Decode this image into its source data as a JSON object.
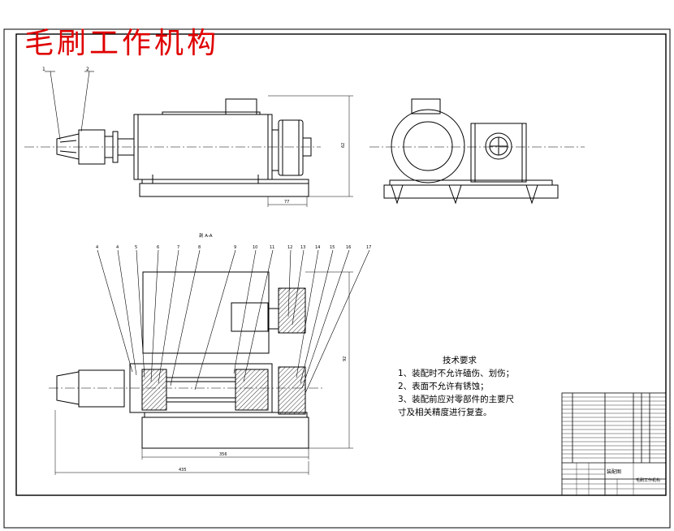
{
  "drawing": {
    "title": "毛刷工作机构",
    "section_label": "剖 A-A",
    "technical_requirements": {
      "heading": "技术要求",
      "items": [
        "1、装配时不允许磕伤、划伤；",
        "2、表面不允许有锈蚀；",
        "3、装配前应对零部件的主要尺",
        "寸及相关精度进行复查。"
      ]
    },
    "callouts_top": [
      "1",
      "2"
    ],
    "callouts_section": [
      "4",
      "4",
      "5",
      "6",
      "7",
      "8",
      "9",
      "10",
      "11",
      "12",
      "13",
      "14",
      "15",
      "16",
      "17"
    ],
    "dimensions": {
      "top_overall_height": "62",
      "top_offset": "77",
      "section_height": "92",
      "section_inner_length": "356",
      "section_overall_length": "435"
    },
    "title_block": {
      "name": "装配图",
      "drawing_no": "毛刷工作机构"
    },
    "colors": {
      "line": "#000000",
      "title": "#e00000",
      "background": "#ffffff"
    }
  }
}
